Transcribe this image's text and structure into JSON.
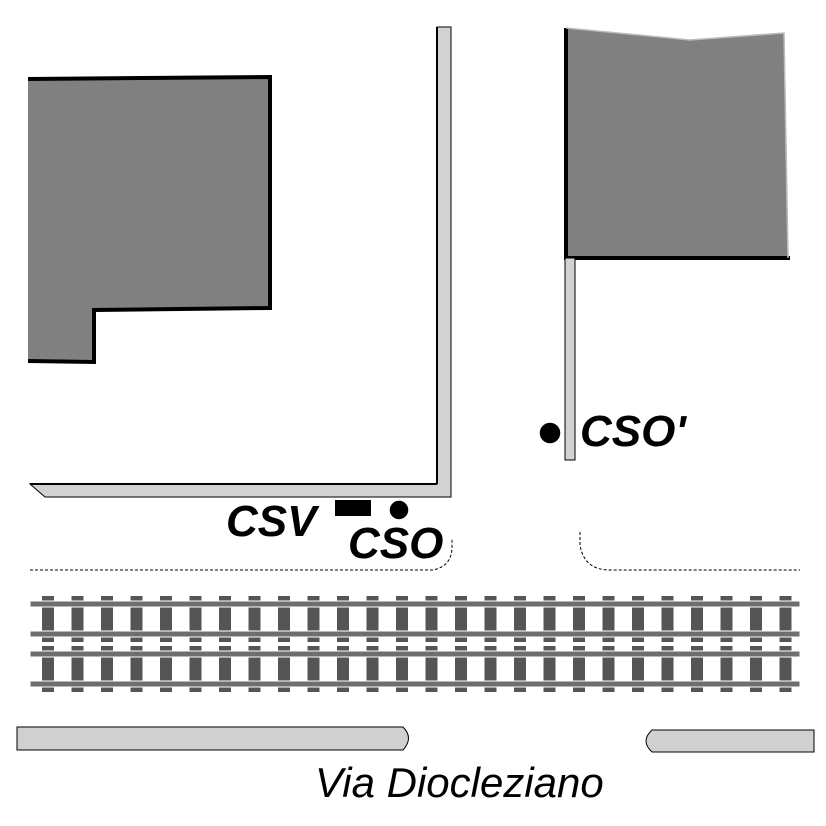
{
  "labels": {
    "csv": "CSV",
    "cso": "CSO",
    "cso_prime": "CSO'",
    "street": "Via Diocleziano"
  },
  "colors": {
    "building_fill": "#808080",
    "outline": "#000000",
    "sidewalk_fill": "#d0d0d0",
    "rail": "#6e6e6e",
    "sleeper": "#555555",
    "background": "#ffffff"
  },
  "icons": {
    "csv_marker": "black-rectangle",
    "cso_marker": "black-dot",
    "cso_prime_marker": "black-dot"
  }
}
